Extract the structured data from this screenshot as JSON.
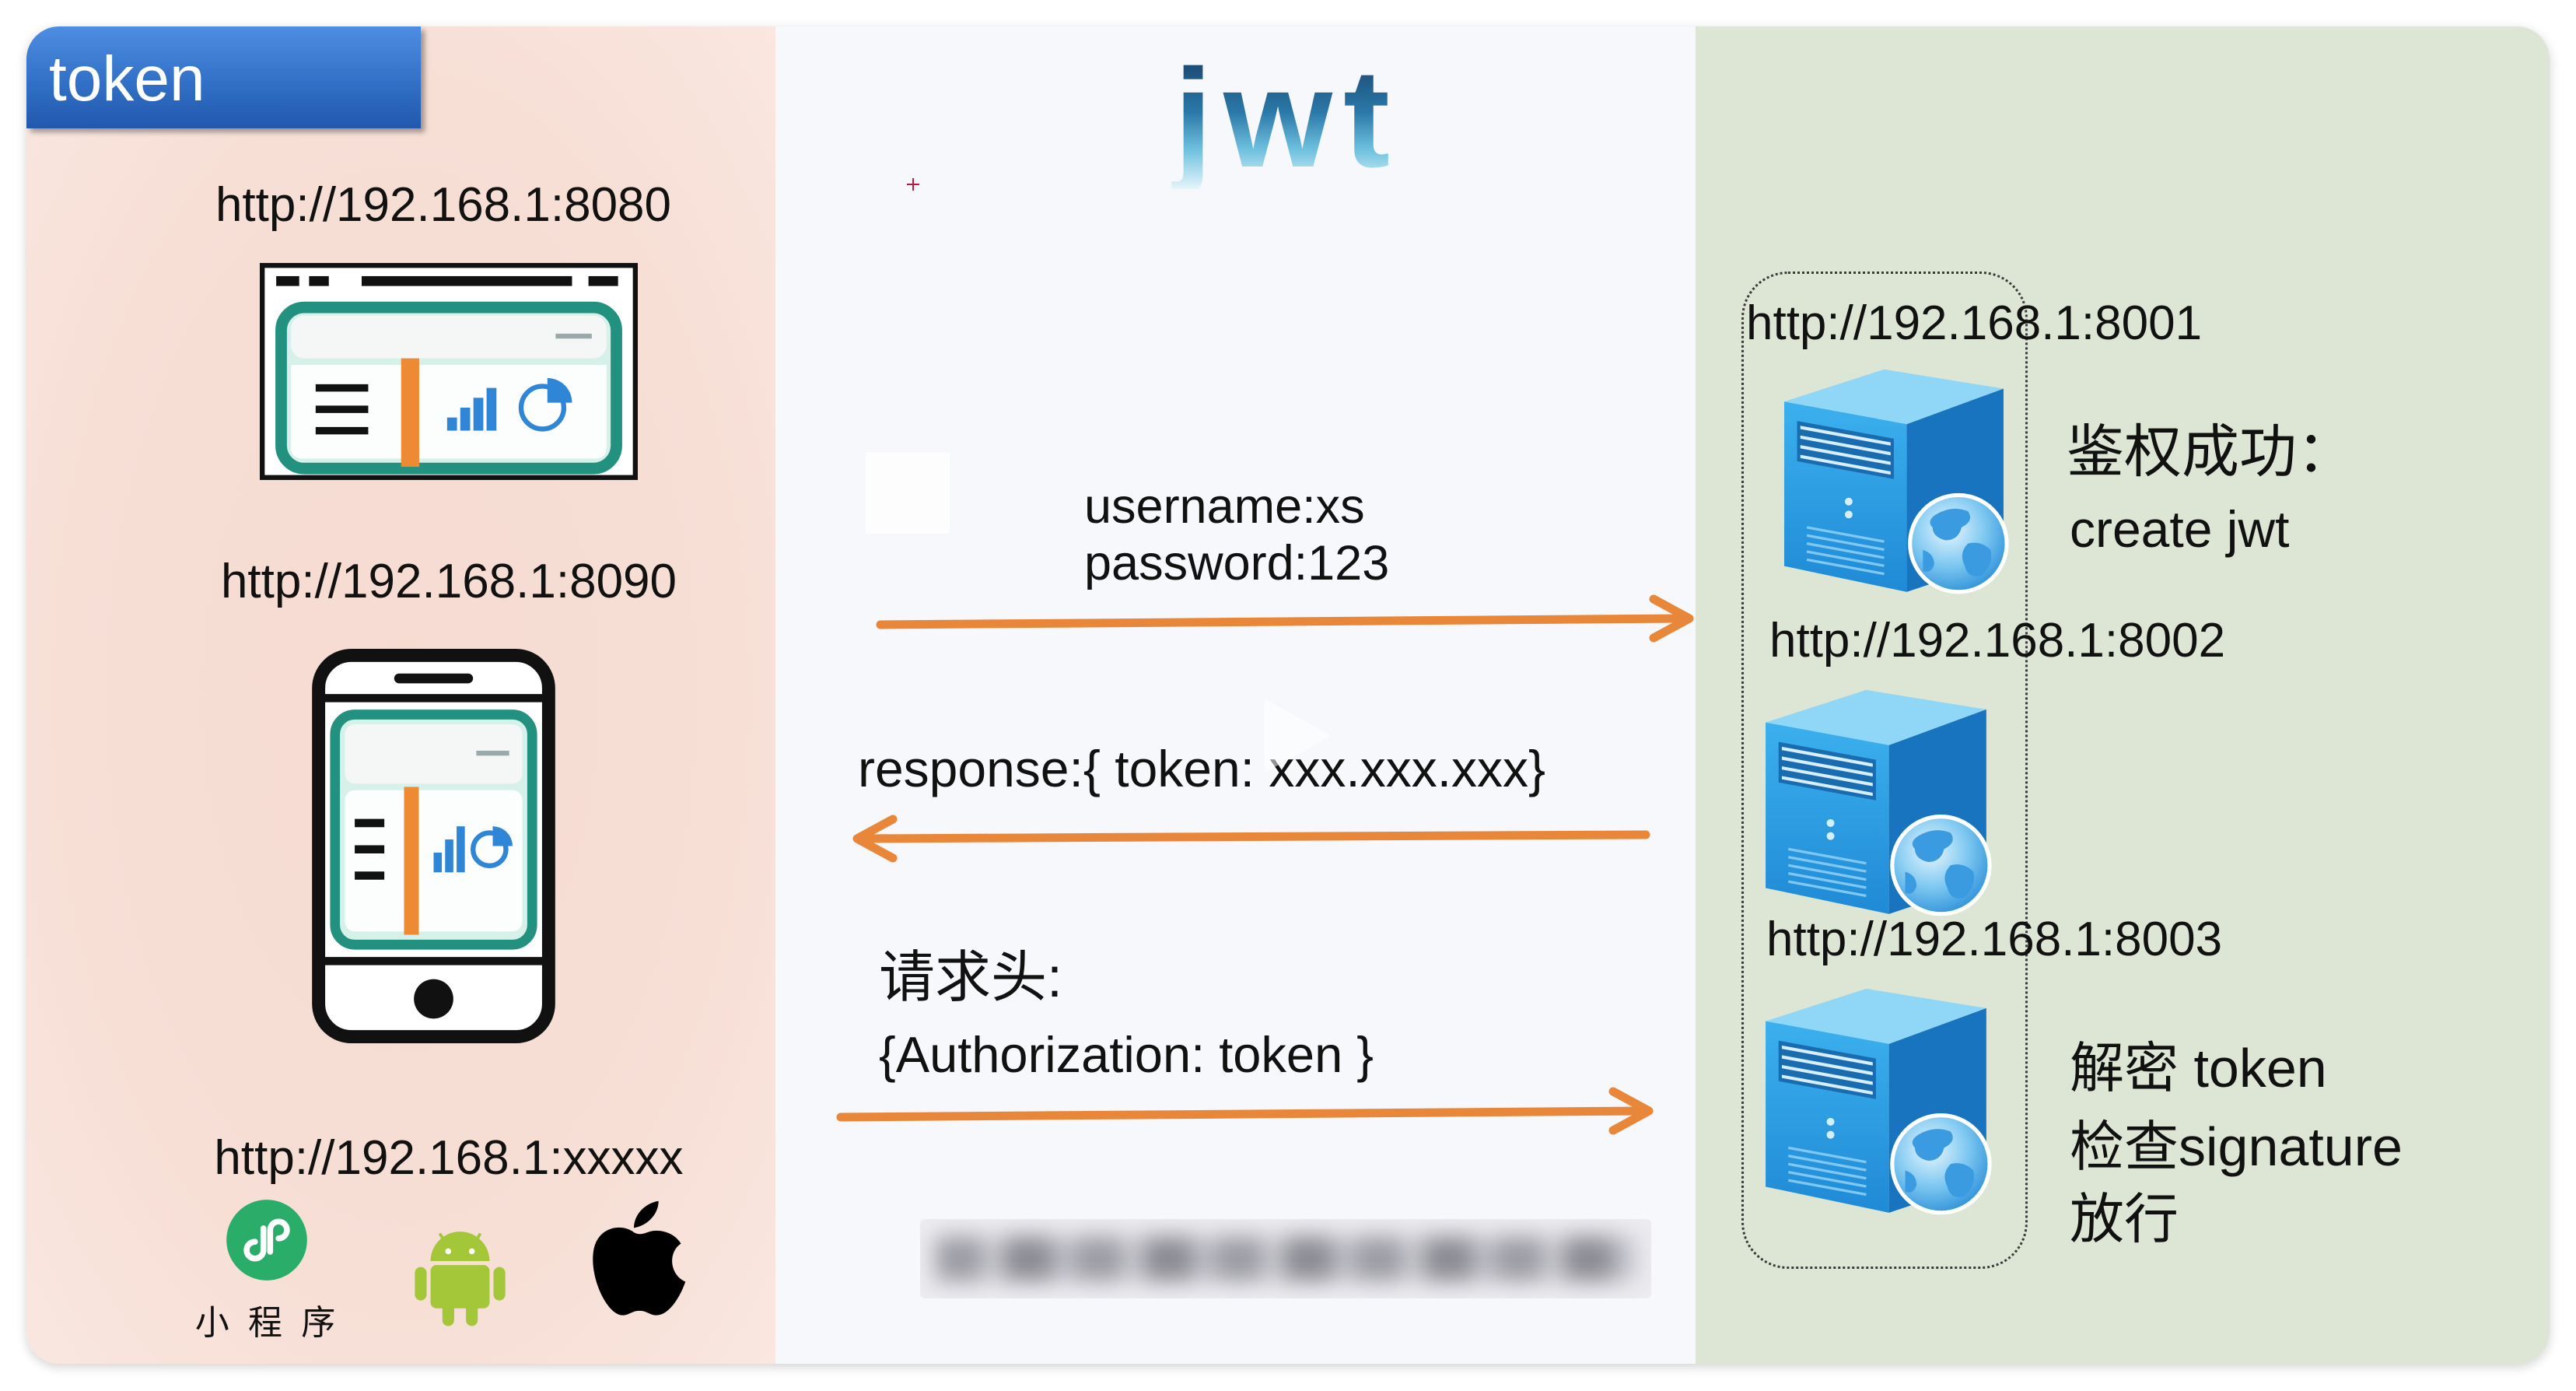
{
  "title": "token",
  "heading": "jwt",
  "colors": {
    "client_panel": "#f6dbd1",
    "flow_panel": "#f7f8fc",
    "server_panel": "#dde6d5",
    "title_tab": "#2f6ec4",
    "arrow": "#e8873a",
    "server_blue": "#2a9de3",
    "teal": "#23917f"
  },
  "clients": [
    {
      "url": "http://192.168.1:8080",
      "icon": "browser-icon"
    },
    {
      "url": "http://192.168.1:8090",
      "icon": "phone-icon"
    },
    {
      "url": "http://192.168.1:xxxxx"
    }
  ],
  "platforms": [
    {
      "icon": "mini-program-icon",
      "label": "小 程 序"
    },
    {
      "icon": "android-icon"
    },
    {
      "icon": "apple-icon"
    }
  ],
  "flow": {
    "login_request": [
      "username:xs",
      "password:123"
    ],
    "login_response": "response:{ token: xxx.xxx.xxx}",
    "auth_request": [
      "请求头:",
      "{Authorization: token }"
    ]
  },
  "servers": [
    {
      "url": "http://192.168.1:8001",
      "icon": "server-icon",
      "note": [
        "鉴权成功：",
        "create jwt"
      ]
    },
    {
      "url": "http://192.168.1:8002",
      "icon": "server-icon"
    },
    {
      "url": "http://192.168.1:8003",
      "icon": "server-icon",
      "note": [
        "解密 token",
        "检查signature",
        "放行"
      ]
    }
  ]
}
